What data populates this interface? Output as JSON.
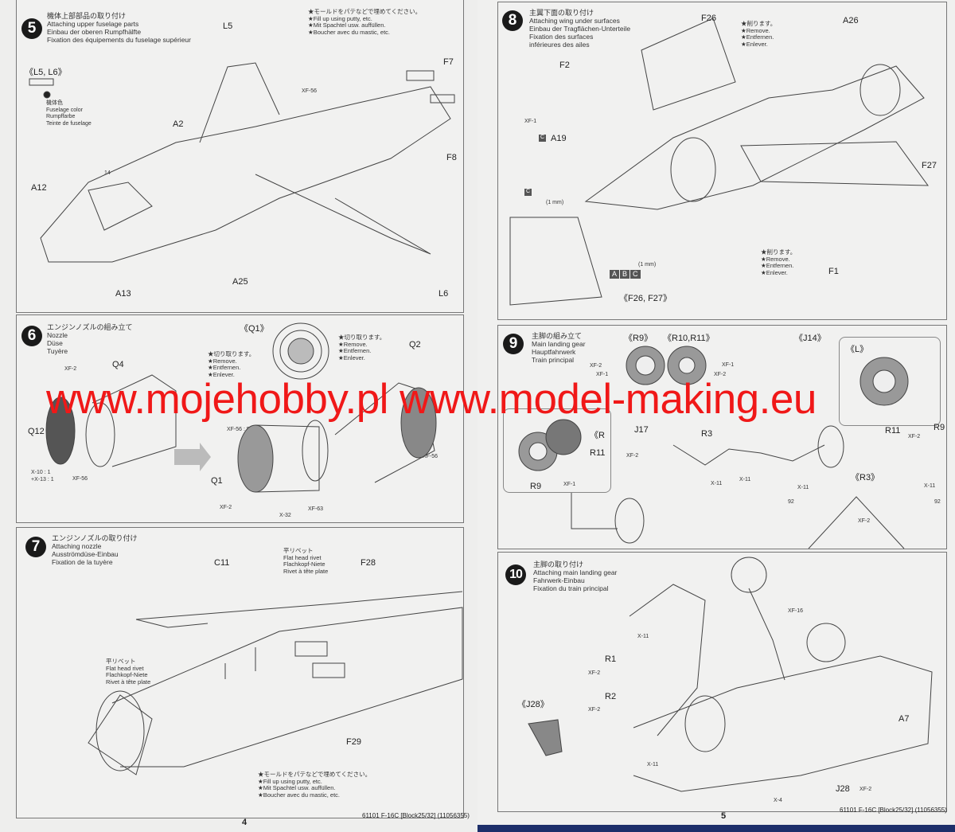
{
  "steps": [
    {
      "number": "5",
      "title": [
        "機体上部部品の取り付け",
        "Attaching upper fuselage parts",
        "Einbau der oberen Rumpfhälfte",
        "Fixation des équipements du fuselage supérieur"
      ],
      "putty_note": [
        "★モールドをパテなどで埋めてください。",
        "★Fill up using putty, etc.",
        "★Mit Spachtel usw. auffüllen.",
        "★Boucher avec du mastic, etc."
      ],
      "detail_label": "《L5, L6》",
      "color_note": [
        "機体色",
        "Fuselage color",
        "Rumpffarbe",
        "Teinte de fuselage"
      ],
      "parts": [
        "L5",
        "F7",
        "XF-56",
        "A2",
        "F8",
        "14",
        "A12",
        "A25",
        "A13",
        "L6"
      ]
    },
    {
      "number": "6",
      "title": [
        "エンジンノズルの組み立て",
        "Nozzle",
        "Düse",
        "Tuyère"
      ],
      "detail_label": "《Q1》",
      "remove_note": [
        "★切り取ります。",
        "★Remove.",
        "★Entfernen.",
        "★Enlever."
      ],
      "parts": [
        "Q4",
        "Q2",
        "XF-2",
        "Q12",
        "X-10 : 1",
        "+X-13 : 1",
        "XF-56",
        "Q1",
        "XF-56 : 5",
        "XF-56",
        "XF-2",
        "X-32",
        "XF-63"
      ]
    },
    {
      "number": "7",
      "title": [
        "エンジンノズルの取り付け",
        "Attaching nozzle",
        "Ausströmdüse-Einbau",
        "Fixation de la tuyère"
      ],
      "rivet_note": [
        "平リベット",
        "Flat head rivet",
        "Flachkopf-Niete",
        "Rivet à tête plate"
      ],
      "putty_note": [
        "★モールドをパテなどで埋めてください。",
        "★Fill up using putty, etc.",
        "★Mit Spachtel usw. auffüllen.",
        "★Boucher avec du mastic, etc."
      ],
      "parts": [
        "C11",
        "F28",
        "F29"
      ]
    },
    {
      "number": "8",
      "title": [
        "主翼下面の取り付け",
        "Attaching wing under surfaces",
        "Einbau der Tragflächen-Unterteile",
        "Fixation des surfaces",
        "inférieures des ailes"
      ],
      "remove_note": [
        "★削ります。",
        "★Remove.",
        "★Entfernen.",
        "★Enlever."
      ],
      "detail_label": "《F26, F27》",
      "drill_note": "(1 mm)",
      "drill_versions": [
        "A",
        "B",
        "C"
      ],
      "parts": [
        "F26",
        "A26",
        "F2",
        "XF-1",
        "C",
        "A19",
        "C",
        "F27",
        "F1"
      ]
    },
    {
      "number": "9",
      "title": [
        "主脚の組み立て",
        "Main landing gear",
        "Hauptfahrwerk",
        "Train principal"
      ],
      "detail_labels": [
        "《R9》",
        "《R10,R11》",
        "《J14》",
        "《L》",
        "《R3》",
        "《R"
      ],
      "parts": [
        "XF-2",
        "XF-1",
        "XF-1",
        "XF-2",
        "R9",
        "R11",
        "R9",
        "XF-1",
        "J17",
        "XF-2",
        "R3",
        "X-11",
        "X-11",
        "X-11",
        "X-11",
        "XF-2",
        "92",
        "92",
        "R11",
        "XF-2"
      ]
    },
    {
      "number": "10",
      "title": [
        "主脚の取り付け",
        "Attaching main landing gear",
        "Fahrwerk-Einbau",
        "Fixation du train principal"
      ],
      "detail_label": "《J28》",
      "parts": [
        "XF-16",
        "X-11",
        "R1",
        "XF-2",
        "R2",
        "XF-2",
        "A7",
        "X-11",
        "X-4",
        "J28",
        "XF-2"
      ]
    }
  ],
  "footer": {
    "left_page": "4",
    "right_page": "5",
    "code": "61101  F-16C [Block25/32] (11056355)"
  },
  "watermark": "www.mojehobby.pl www.model-making.eu"
}
